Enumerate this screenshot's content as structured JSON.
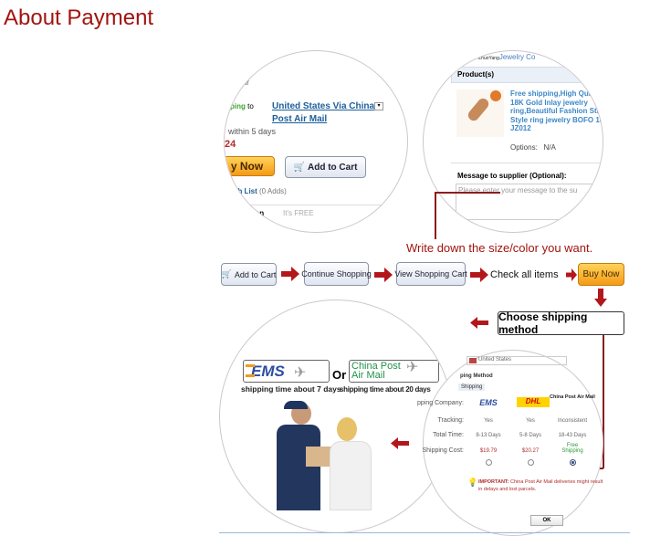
{
  "title": "About Payment",
  "top_left": {
    "shipping_word": "hipping",
    "to": "to",
    "destination_line1": "United States Via China",
    "destination_line2": "Post Air Mail",
    "delivery": "within 5 days",
    "price": "24",
    "buy_now": "y Now",
    "add_to_cart": "Add to Cart",
    "wish_list": "sh List",
    "wish_count": "(0 Adds)",
    "protection": "ction",
    "free": "It's FREE",
    "top_snip": "air"
  },
  "top_right": {
    "seller_prefix": "ller:",
    "seller_small": "ZhuoYang",
    "seller_name": "Jewelry Co",
    "products_header": "Product(s)",
    "product_title": [
      "Free shipping,High Qua",
      "18K Gold Inlay jewelry",
      "ring,Beautiful Fashion Sta",
      "Style ring jewelry BOFO 18",
      "JZ012"
    ],
    "options_label": "Options:",
    "options_value": "N/A",
    "message_label": "Message to supplier (Optional):",
    "message_placeholder": "Please enter your message to the su"
  },
  "instruction": "Write down the size/color you want.",
  "flow": {
    "add_to_cart": "Add to Cart",
    "continue": "Continue Shopping",
    "view_cart": "View Shopping Cart",
    "check": "Check all items",
    "buy_now": "Buy Now",
    "choose": "Choose shipping method"
  },
  "carriers": {
    "ems": "EMS",
    "or": "Or",
    "china_post_1": "China Post",
    "china_post_2": "Air Mail",
    "ems_time": "shipping time about 7 days",
    "cp_time": "shipping time about 20 days"
  },
  "shipping_table": {
    "country": "United States",
    "method_label": "ping Method",
    "tab": "Shipping",
    "row_labels": [
      "pping Company:",
      "Tracking:",
      "Total Time:",
      "Shipping Cost:"
    ],
    "columns": [
      {
        "company": "EMS",
        "tracking": "Yes",
        "time": "8-13 Days",
        "cost": "$19.79",
        "selected": false
      },
      {
        "company": "DHL",
        "tracking": "Yes",
        "time": "5-8 Days",
        "cost": "$20.27",
        "selected": false
      },
      {
        "company": "China Post Air Mail",
        "tracking": "Inconsistent",
        "time": "18-43 Days",
        "cost": "Free Shipping",
        "selected": true
      }
    ],
    "important_label": "IMPORTANT:",
    "important_text": "China Post Air Mail deliveries might result",
    "important_text2": "in delays and lost parcels.",
    "ok": "OK"
  },
  "colors": {
    "title": "#a1140f",
    "arrow": "#b3171b",
    "link": "#1d5e9a",
    "orange": "#f49a16"
  }
}
